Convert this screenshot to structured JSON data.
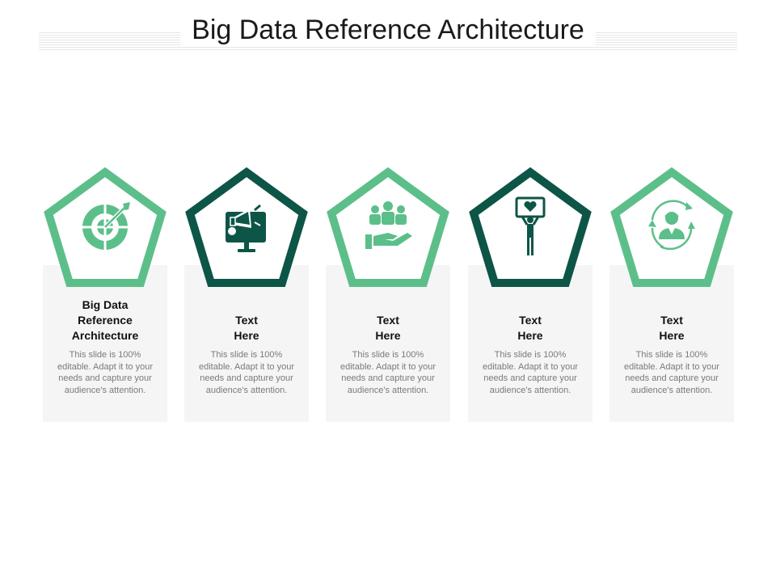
{
  "title": "Big Data Reference Architecture",
  "colors": {
    "light_green": "#5cbf8a",
    "dark_green": "#0d5547",
    "card_bg": "#f5f5f5",
    "body_text": "#7a7a7a"
  },
  "items": [
    {
      "heading": "Big Data\nReference\nArchitecture",
      "body": "This slide is 100% editable. Adapt it to your needs and capture your audience's attention.",
      "icon": "target-icon",
      "color": "light"
    },
    {
      "heading": "Text\nHere",
      "body": "This slide is 100% editable. Adapt it to your needs and capture your audience's attention.",
      "icon": "megaphone-monitor-icon",
      "color": "dark"
    },
    {
      "heading": "Text\nHere",
      "body": "This slide is 100% editable. Adapt it to your needs and capture your audience's attention.",
      "icon": "team-hand-icon",
      "color": "light"
    },
    {
      "heading": "Text\nHere",
      "body": "This slide is 100% editable. Adapt it to your needs and capture your audience's attention.",
      "icon": "person-heart-sign-icon",
      "color": "dark"
    },
    {
      "heading": "Text\nHere",
      "body": "This slide is 100% editable. Adapt it to your needs and capture your audience's attention.",
      "icon": "user-cycle-icon",
      "color": "light"
    }
  ]
}
